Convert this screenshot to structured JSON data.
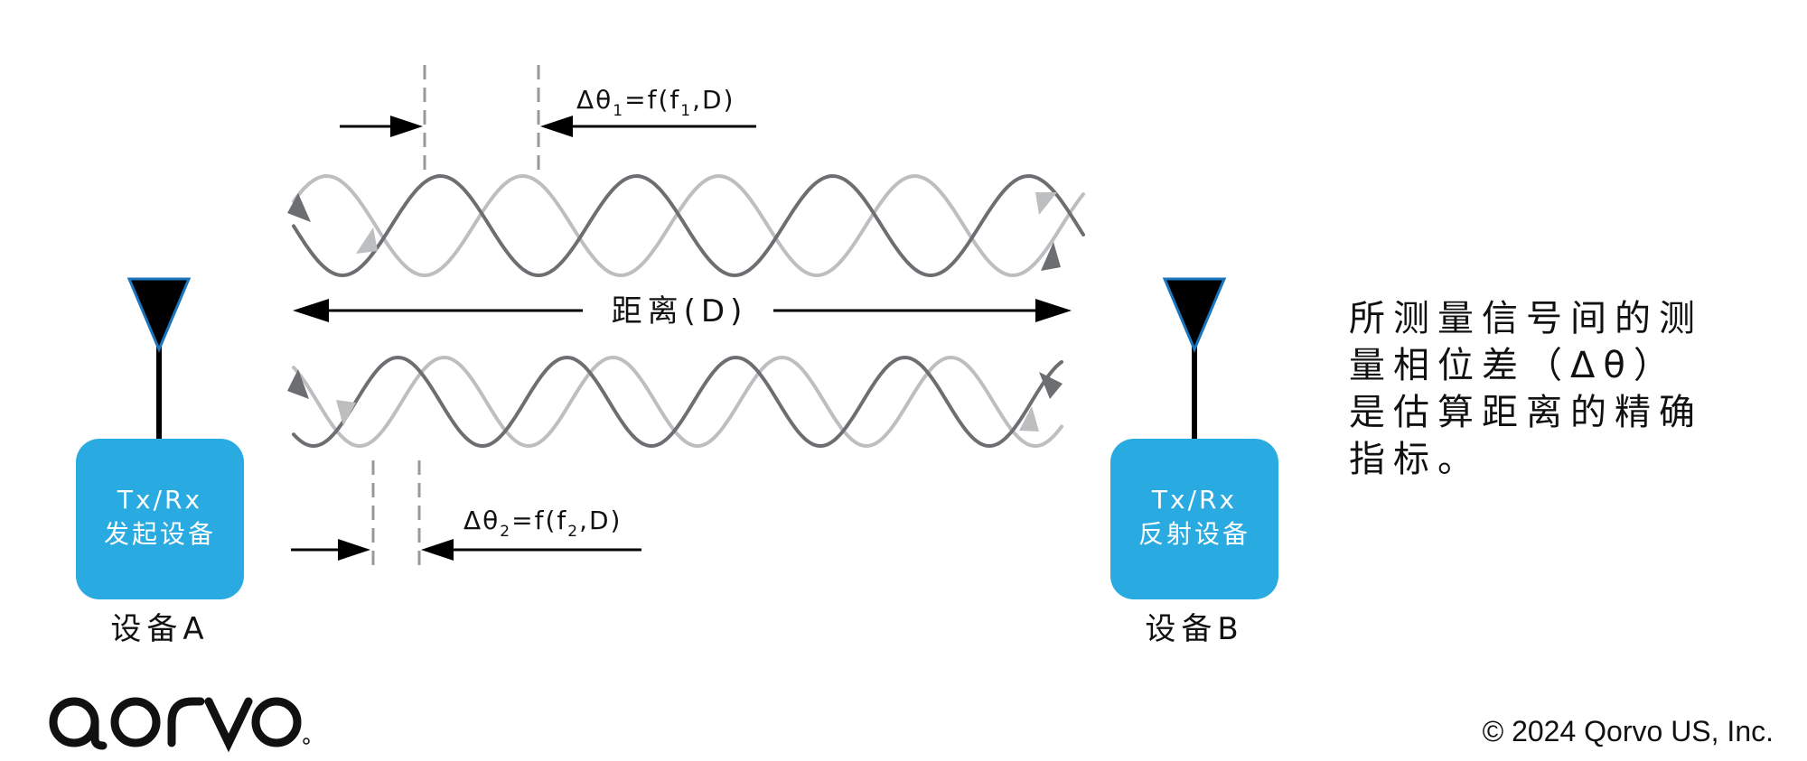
{
  "device_a": {
    "line1": "Tx/Rx",
    "line2": "发起设备",
    "caption": "设备A"
  },
  "device_b": {
    "line1": "Tx/Rx",
    "line2": "反射设备",
    "caption": "设备B"
  },
  "phase1": {
    "prefix": "Δθ",
    "sub_index": "1",
    "middle": "=f(f",
    "sub_freq": "1",
    "suffix": ",D)"
  },
  "phase2": {
    "prefix": "Δθ",
    "sub_index": "2",
    "middle": "=f(f",
    "sub_freq": "2",
    "suffix": ",D)"
  },
  "distance_label": "距离(D)",
  "note": {
    "line1": "所测量信号间的测",
    "line2": "量相位差（Δθ）",
    "line3": "是估算距离的精确",
    "line4": "指标。"
  },
  "brand": {
    "logo_text": "qorvo",
    "copyright": "© 2024 Qorvo US, Inc."
  },
  "colors": {
    "device_fill": "#29abe2",
    "wave_dark": "#6d6e71",
    "wave_light": "#bcbec0",
    "arrow": "#000000",
    "antenna_outline": "#1b75bc"
  }
}
